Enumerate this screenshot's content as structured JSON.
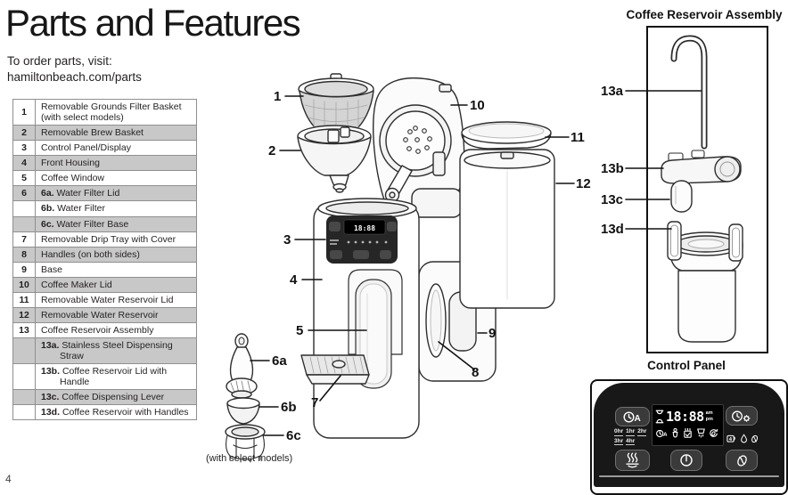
{
  "page": {
    "title": "Parts and Features",
    "order_line1": "To order parts, visit:",
    "order_line2": "hamiltonbeach.com/parts",
    "page_number": "4",
    "select_models_note": "(with select models)"
  },
  "parts_table": {
    "rows": [
      {
        "num": "1",
        "bold": "",
        "text": "Removable Grounds Filter Basket (with select models)",
        "shaded": false
      },
      {
        "num": "2",
        "bold": "",
        "text": "Removable Brew Basket",
        "shaded": true
      },
      {
        "num": "3",
        "bold": "",
        "text": "Control Panel/Display",
        "shaded": false
      },
      {
        "num": "4",
        "bold": "",
        "text": "Front Housing",
        "shaded": true
      },
      {
        "num": "5",
        "bold": "",
        "text": "Coffee Window",
        "shaded": false
      },
      {
        "num": "6",
        "bold": "6a.",
        "text": "Water Filter Lid",
        "shaded": true
      },
      {
        "num": "",
        "bold": "6b.",
        "text": "Water Filter",
        "shaded": false
      },
      {
        "num": "",
        "bold": "6c.",
        "text": "Water Filter Base",
        "shaded": true
      },
      {
        "num": "7",
        "bold": "",
        "text": "Removable Drip Tray with Cover",
        "shaded": false
      },
      {
        "num": "8",
        "bold": "",
        "text": "Handles (on both sides)",
        "shaded": true
      },
      {
        "num": "9",
        "bold": "",
        "text": "Base",
        "shaded": false
      },
      {
        "num": "10",
        "bold": "",
        "text": "Coffee Maker Lid",
        "shaded": true
      },
      {
        "num": "11",
        "bold": "",
        "text": "Removable Water Reservoir Lid",
        "shaded": false
      },
      {
        "num": "12",
        "bold": "",
        "text": "Removable Water Reservoir",
        "shaded": true
      },
      {
        "num": "13",
        "bold": "",
        "text": "Coffee Reservoir Assembly",
        "shaded": false
      },
      {
        "num": "",
        "bold": "13a.",
        "text": "Stainless Steel Dispensing Straw",
        "shaded": true
      },
      {
        "num": "",
        "bold": "13b.",
        "text": "Coffee Reservoir Lid with Handle",
        "shaded": false
      },
      {
        "num": "",
        "bold": "13c.",
        "text": "Coffee Dispensing Lever",
        "shaded": true
      },
      {
        "num": "",
        "bold": "13d.",
        "text": "Coffee Reservoir with Handles",
        "shaded": false
      }
    ]
  },
  "diagram": {
    "callouts": [
      "1",
      "2",
      "3",
      "4",
      "5",
      "6a",
      "6b",
      "6c",
      "7",
      "8",
      "9",
      "10",
      "11",
      "12"
    ],
    "mini_display_time": "18:88"
  },
  "reservoir_assembly": {
    "title": "Coffee Reservoir Assembly",
    "callouts": [
      "13a",
      "13b",
      "13c",
      "13d"
    ]
  },
  "control_panel": {
    "title": "Control Panel",
    "display": {
      "time": "18:88",
      "am": "am",
      "pm": "pm",
      "hourglass": "hourglass-icon",
      "status_icons": [
        "clock-auto-icon",
        "water-filter-icon",
        "grounds-basket-icon",
        "dispense-cup-icon",
        "clean-cycle-icon"
      ]
    },
    "cup_label": "4",
    "hour_labels_row1": [
      "0hr",
      "1hr",
      "2hr"
    ],
    "hour_labels_row2": [
      "3hr",
      "4hr"
    ],
    "side_icons": [
      "small-cup-icon",
      "water-drop-icon",
      "coffee-bean-icon"
    ],
    "buttons": {
      "auto": "clock-auto-icon",
      "program": "clock-settings-icon",
      "keep_warm": "keep-warm-icon",
      "power": "power-icon",
      "bold": "coffee-bean-icon"
    }
  },
  "colors": {
    "table_shade": "#c8c8c8",
    "panel_black": "#181818",
    "text": "#231f20"
  }
}
